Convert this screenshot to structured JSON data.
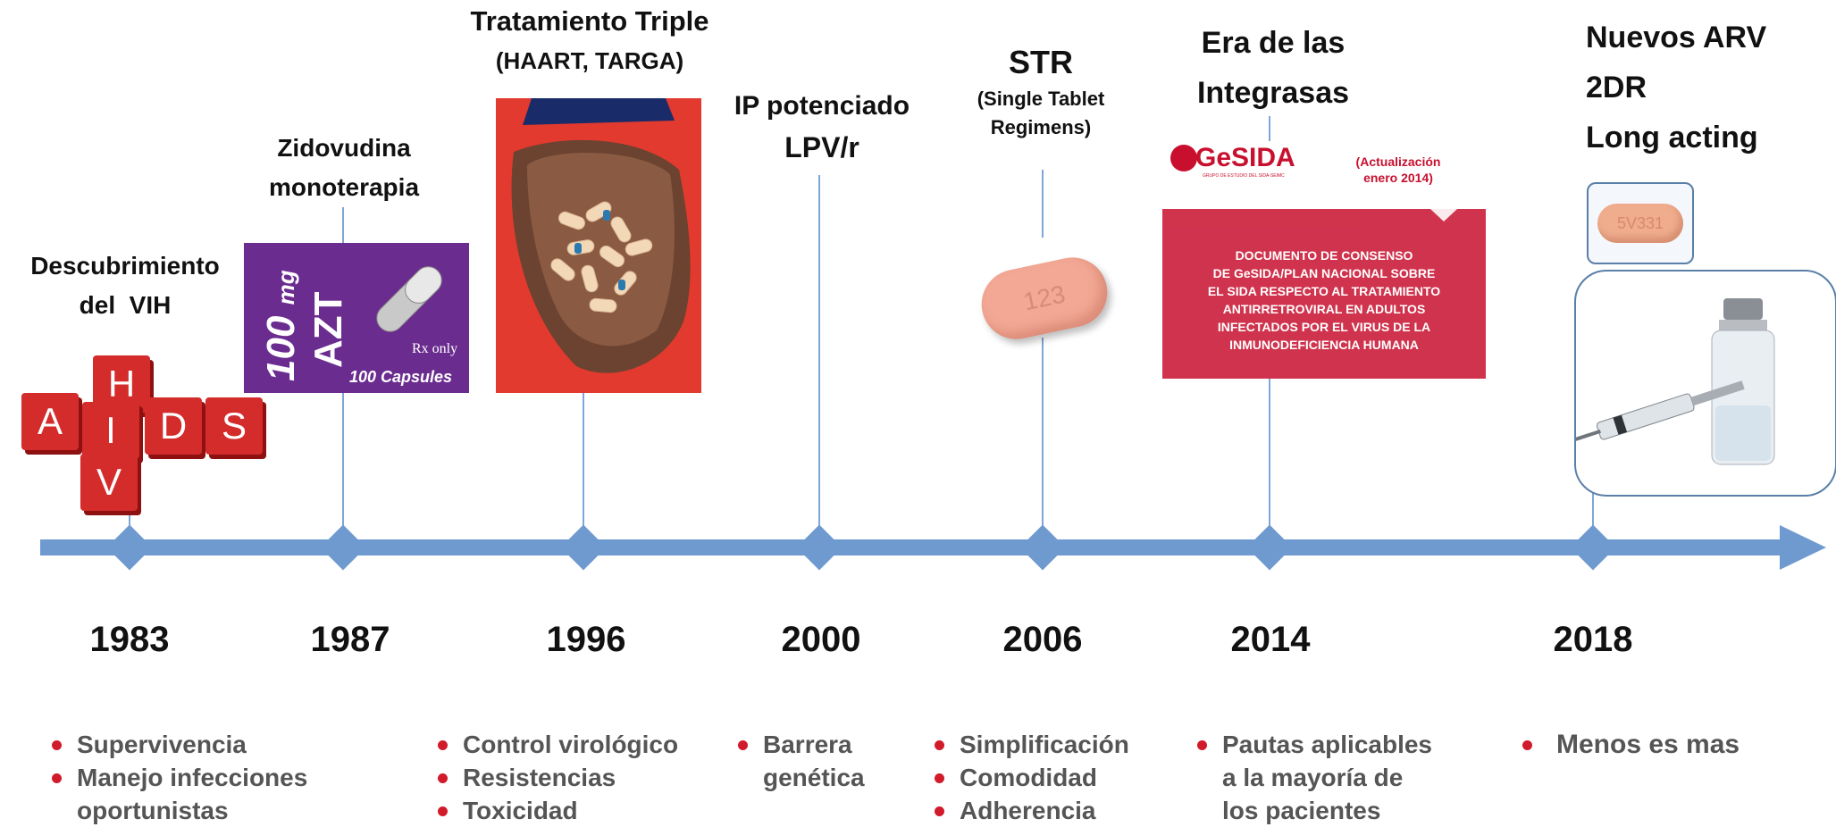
{
  "milestones": [
    {
      "year": "1983",
      "title_lines": [
        "Descubrimiento",
        "del  VIH"
      ],
      "bullets": [
        [
          "Supervivencia"
        ],
        [
          "Manejo infecciones",
          "oportunistas"
        ]
      ]
    },
    {
      "year": "1987",
      "title_lines": [
        "Zidovudina",
        "monoterapia"
      ]
    },
    {
      "year": "1996",
      "title_lines": [
        "Tratamiento Triple",
        "(HAART, TARGA)"
      ],
      "bullets": [
        [
          "Control virológico"
        ],
        [
          "Resistencias"
        ],
        [
          "Toxicidad"
        ]
      ]
    },
    {
      "year": "2000",
      "title_lines": [
        "IP potenciado",
        "LPV/r"
      ],
      "bullets": [
        [
          "Barrera",
          "genética"
        ]
      ]
    },
    {
      "year": "2006",
      "title_lines": [
        "STR",
        "(Single Tablet",
        "Regimens)"
      ],
      "bullets": [
        [
          "Simplificación"
        ],
        [
          "Comodidad"
        ],
        [
          "Adherencia"
        ]
      ]
    },
    {
      "year": "2014",
      "title_lines": [
        "Era de las",
        "Integrasas"
      ],
      "bullets": [
        [
          "Pautas aplicables",
          "a la mayoría de",
          "los pacientes"
        ]
      ]
    },
    {
      "year": "2018",
      "title_lines": [
        "Nuevos ARV",
        "2DR",
        "Long acting"
      ],
      "bullets": [
        [
          "Menos es mas"
        ]
      ]
    }
  ],
  "aids_cubes": {
    "h": "H",
    "a": "A",
    "i": "I",
    "d": "D",
    "s": "S",
    "v": "V"
  },
  "azt_box": {
    "dose": "100",
    "unit": "mg",
    "drug": "AZT",
    "rx": "Rx only",
    "capsules": "100 Capsules"
  },
  "str_pill_text": "123",
  "gesida": {
    "logo": "GeSIDA",
    "logo_sub": "GRUPO DE ESTUDIO DEL SIDA-SEIMC",
    "update_note": [
      "(Actualización",
      "enero 2014)"
    ],
    "document_lines": [
      "DOCUMENTO DE CONSENSO",
      "DE  GeSIDA/PLAN  NACIONAL  SOBRE",
      "EL SIDA RESPECTO AL TRATAMIENTO",
      "ANTIRRETROVIRAL EN ADULTOS",
      "INFECTADOS POR EL VIRUS DE LA",
      "INMUNODEFICIENCIA HUMANA"
    ]
  },
  "new_pill_text": "5V331",
  "colors": {
    "timeline": "#6f9ad0",
    "bullet_dot": "#d11a2a",
    "doc_red": "#c8102e",
    "gesida_red": "#c8102e",
    "azt_purple": "#6a2c8f",
    "pill_peach": "#f2a895"
  }
}
